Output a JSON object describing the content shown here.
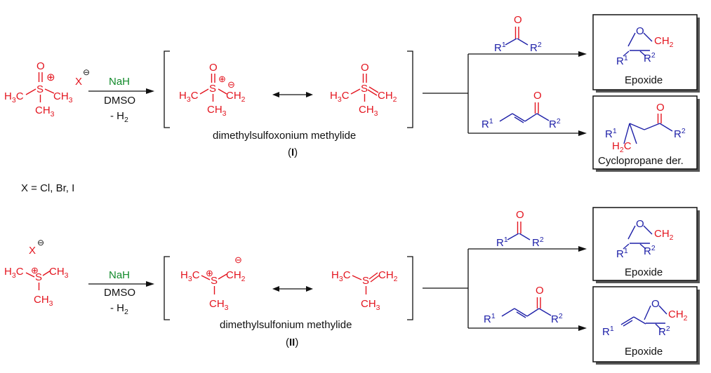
{
  "colors": {
    "reagent": "#e3141e",
    "substrate": "#1f21a8",
    "base": "#118a2a",
    "text": "#111111"
  },
  "halide_note": "X = Cl, Br, I",
  "top": {
    "counterion": "X",
    "base": "NaH",
    "solvent": "DMSO",
    "byproduct": "- H",
    "byproduct_sub": "2",
    "ylide_name": "dimethylsulfoxonium methylide",
    "ylide_id": "I",
    "product1": "Epoxide",
    "product2": "Cyclopropane der."
  },
  "bottom": {
    "counterion": "X",
    "base": "NaH",
    "solvent": "DMSO",
    "byproduct": "- H",
    "byproduct_sub": "2",
    "ylide_name": "dimethylsulfonium methylide",
    "ylide_id": "II",
    "product1": "Epoxide",
    "product2": "Epoxide"
  },
  "atoms": {
    "O": "O",
    "S": "S",
    "H": "H",
    "C": "C",
    "CH": "CH",
    "sub3": "3",
    "sub2": "2",
    "R": "R",
    "sup1": "1",
    "sup2": "2"
  }
}
